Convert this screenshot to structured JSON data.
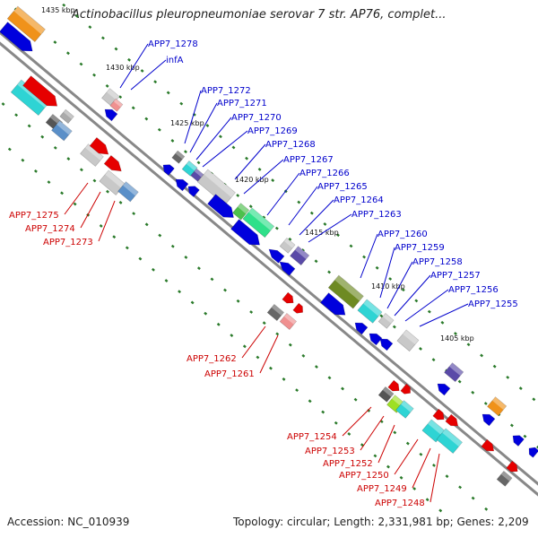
{
  "title": "Actinobacillus pleuropneumoniae serovar 7 str. AP76, complet...",
  "accession": "Accession: NC_010939",
  "topology": "Topology: circular; Length: 2,331,981 bp; Genes: 2,209",
  "colors": {
    "forward_label": "#0000cc",
    "reverse_label": "#cc0000",
    "backbone": "#888888",
    "tick": "#2a7a2a",
    "blue_gene": "#0000dd",
    "red_gene": "#e60000"
  },
  "ticks": [
    {
      "label": "1435 kbp"
    },
    {
      "label": "1430 kbp"
    },
    {
      "label": "1425 kbp"
    },
    {
      "label": "1420 kbp"
    },
    {
      "label": "1415 kbp"
    },
    {
      "label": "1410 kbp"
    },
    {
      "label": "1405 kbp"
    }
  ],
  "forward_genes": [
    {
      "label": "APP7_1278"
    },
    {
      "label": "infA"
    },
    {
      "label": "APP7_1272"
    },
    {
      "label": "APP7_1271"
    },
    {
      "label": "APP7_1270"
    },
    {
      "label": "APP7_1269"
    },
    {
      "label": "APP7_1268"
    },
    {
      "label": "APP7_1267"
    },
    {
      "label": "APP7_1266"
    },
    {
      "label": "APP7_1265"
    },
    {
      "label": "APP7_1264"
    },
    {
      "label": "APP7_1263"
    },
    {
      "label": "APP7_1260"
    },
    {
      "label": "APP7_1259"
    },
    {
      "label": "APP7_1258"
    },
    {
      "label": "APP7_1257"
    },
    {
      "label": "APP7_1256"
    },
    {
      "label": "APP7_1255"
    }
  ],
  "reverse_genes": [
    {
      "label": "APP7_1275"
    },
    {
      "label": "APP7_1274"
    },
    {
      "label": "APP7_1273"
    },
    {
      "label": "APP7_1262"
    },
    {
      "label": "APP7_1261"
    },
    {
      "label": "APP7_1254"
    },
    {
      "label": "APP7_1253"
    },
    {
      "label": "APP7_1252"
    },
    {
      "label": "APP7_1250"
    },
    {
      "label": "APP7_1249"
    },
    {
      "label": "APP7_1248"
    }
  ]
}
